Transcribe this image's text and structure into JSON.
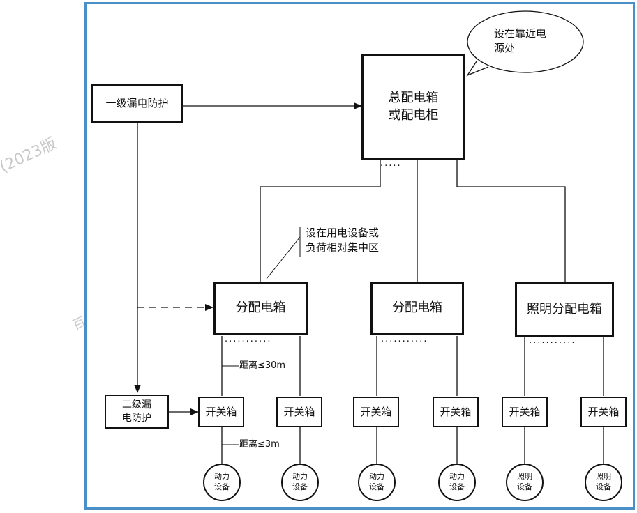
{
  "watermark": {
    "left": "(2023版",
    "mid": "百"
  },
  "nodes": {
    "main_box": "总配电箱\n或配电柜",
    "main_note": "设在靠近电\n源处",
    "level1": "一级漏电防护",
    "level2": "二级漏\n电防护",
    "sub_note": "设在用电设备或\n负荷相对集中区",
    "sub_box_1": "分配电箱",
    "sub_box_2": "分配电箱",
    "sub_box_3": "照明分配电箱",
    "dots_top": ".....",
    "dots_sub": "...........",
    "dist_30": "距离≤30m",
    "dist_3": "距离≤3m",
    "switch_box": "开关箱",
    "power_equipment": "动力\n设备",
    "lighting_equipment": "照明\n设备"
  },
  "switch_boxes": [
    "开关箱",
    "开关箱",
    "开关箱",
    "开关箱",
    "开关箱",
    "开关箱"
  ],
  "equipment": [
    "动力\n设备",
    "动力\n设备",
    "动力\n设备",
    "动力\n设备",
    "照明\n设备",
    "照明\n设备"
  ]
}
